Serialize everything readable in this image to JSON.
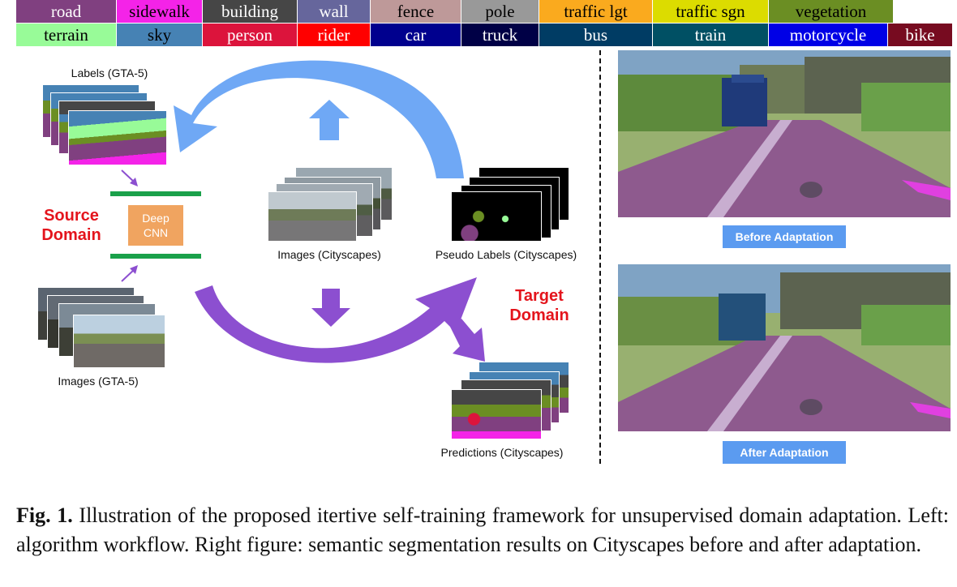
{
  "legend": {
    "row1": [
      {
        "label": "road",
        "bg": "#804080",
        "fg": "#ffffff"
      },
      {
        "label": "sidewalk",
        "bg": "#f423e8",
        "fg": "#000000"
      },
      {
        "label": "building",
        "bg": "#464646",
        "fg": "#ffffff"
      },
      {
        "label": "wall",
        "bg": "#66669c",
        "fg": "#ffffff"
      },
      {
        "label": "fence",
        "bg": "#be9999",
        "fg": "#000000"
      },
      {
        "label": "pole",
        "bg": "#999999",
        "fg": "#000000"
      },
      {
        "label": "traffic lgt",
        "bg": "#faaa1e",
        "fg": "#000000"
      },
      {
        "label": "traffic sgn",
        "bg": "#dcdc00",
        "fg": "#000000"
      },
      {
        "label": "vegetation",
        "bg": "#6b8e23",
        "fg": "#000000"
      }
    ],
    "row2": [
      {
        "label": "terrain",
        "bg": "#98fb98",
        "fg": "#000000"
      },
      {
        "label": "sky",
        "bg": "#4682b4",
        "fg": "#000000"
      },
      {
        "label": "person",
        "bg": "#dc143c",
        "fg": "#ffffff"
      },
      {
        "label": "rider",
        "bg": "#ff0000",
        "fg": "#ffffff"
      },
      {
        "label": "car",
        "bg": "#00008e",
        "fg": "#ffffff"
      },
      {
        "label": "truck",
        "bg": "#000046",
        "fg": "#ffffff"
      },
      {
        "label": "bus",
        "bg": "#003c64",
        "fg": "#ffffff"
      },
      {
        "label": "train",
        "bg": "#005064",
        "fg": "#ffffff"
      },
      {
        "label": "motorcycle",
        "bg": "#0000e6",
        "fg": "#ffffff"
      },
      {
        "label": "bike",
        "bg": "#770b20",
        "fg": "#ffffff"
      }
    ]
  },
  "figure": {
    "labels_gta": "Labels (GTA-5)",
    "images_gta": "Images (GTA-5)",
    "images_city": "Images (Cityscapes)",
    "pseudo_labels": "Pseudo Labels (Cityscapes)",
    "predictions": "Predictions (Cityscapes)",
    "source_domain": "Source Domain",
    "target_domain": "Target Domain",
    "cnn": "Deep CNN",
    "before_button": "Before Adaptation",
    "after_button": "After Adaptation",
    "colors": {
      "blue_arrow": "#6fa8f5",
      "purple_arrow": "#8c4fd0",
      "source": "#e4141c"
    }
  },
  "caption": {
    "label": "Fig. 1.",
    "text": "Illustration of the proposed itertive self-training framework for unsupervised domain adaptation. Left: algorithm workflow. Right figure: semantic segmentation results on Cityscapes before and after adaptation."
  }
}
